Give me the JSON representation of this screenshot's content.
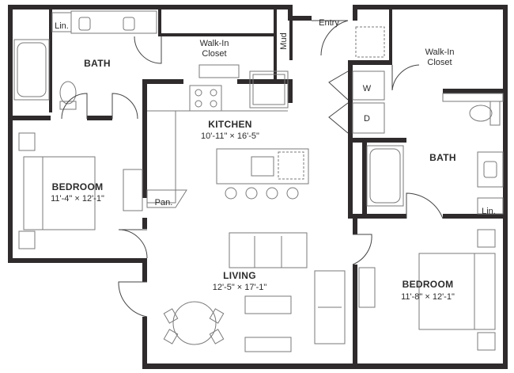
{
  "floorplan": {
    "rooms": {
      "bath_left": {
        "name": "BATH"
      },
      "bath_right": {
        "name": "BATH"
      },
      "kitchen": {
        "name": "KITCHEN",
        "dimensions": "10'-11\" × 16'-5\""
      },
      "bedroom_left": {
        "name": "BEDROOM",
        "dimensions": "11'-4\" × 12'-1\""
      },
      "bedroom_right": {
        "name": "BEDROOM",
        "dimensions": "11'-8\" × 12'-1\""
      },
      "living": {
        "name": "LIVING",
        "dimensions": "12'-5\" × 17'-1\""
      }
    },
    "labels": {
      "walkin_left_line1": "Walk-In",
      "walkin_left_line2": "Closet",
      "walkin_right_line1": "Walk-In",
      "walkin_right_line2": "Closet",
      "mud": "Mud",
      "entry": "Entry",
      "linen_left": "Lin.",
      "linen_right": "Lin.",
      "pantry": "Pan.",
      "washer": "W",
      "dryer": "D"
    }
  }
}
